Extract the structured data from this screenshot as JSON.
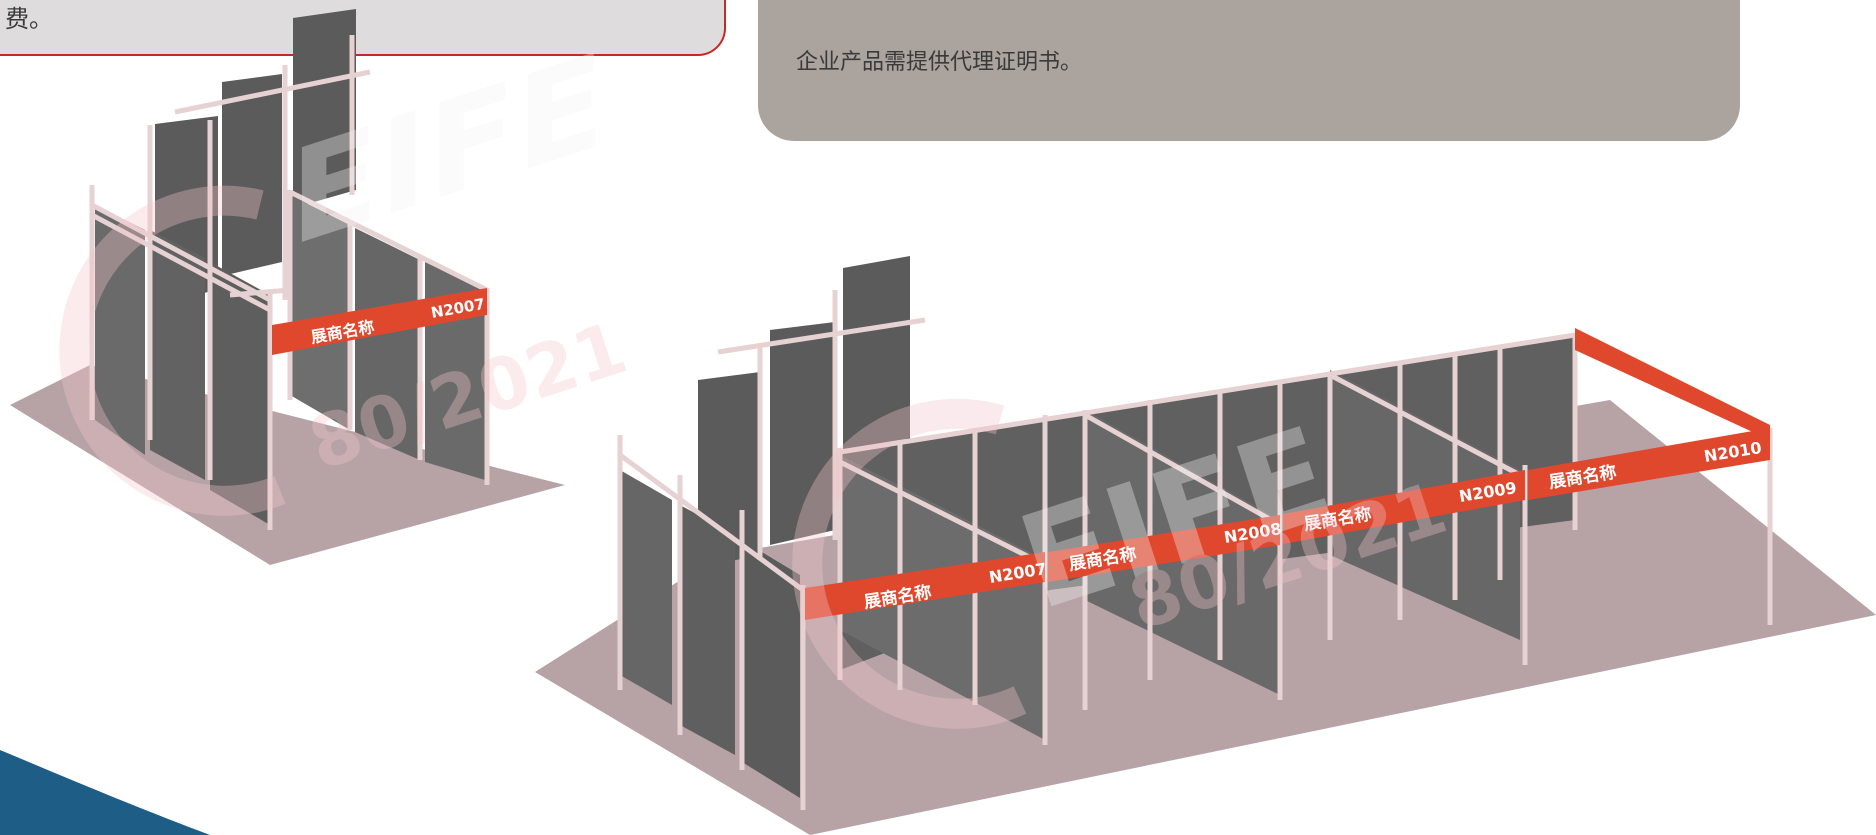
{
  "notes": {
    "left_text": "费。",
    "right_text": "企业产品需提供代理证明书。"
  },
  "watermark": {
    "logo_letters": "EIFE",
    "years": "80/2021"
  },
  "booth_left": {
    "fascia_name": "展商名称",
    "booth_number": "N2007"
  },
  "booths_right": [
    {
      "fascia_name": "展商名称",
      "booth_number": "N2007"
    },
    {
      "fascia_name": "展商名称",
      "booth_number": "N2008"
    },
    {
      "fascia_name": "展商名称",
      "booth_number": "N2009"
    },
    {
      "fascia_name": "展商名称",
      "booth_number": "N2010"
    }
  ],
  "colors": {
    "fascia_red": "#e0482e",
    "panel_gray": "#5f5f5f",
    "frame_pink": "#e6d2d2",
    "floor_mauve": "#b7a3a6",
    "note_border_red": "#c62828",
    "note_right_bg": "#aba39e",
    "accent_blue": "#1d5d86"
  }
}
